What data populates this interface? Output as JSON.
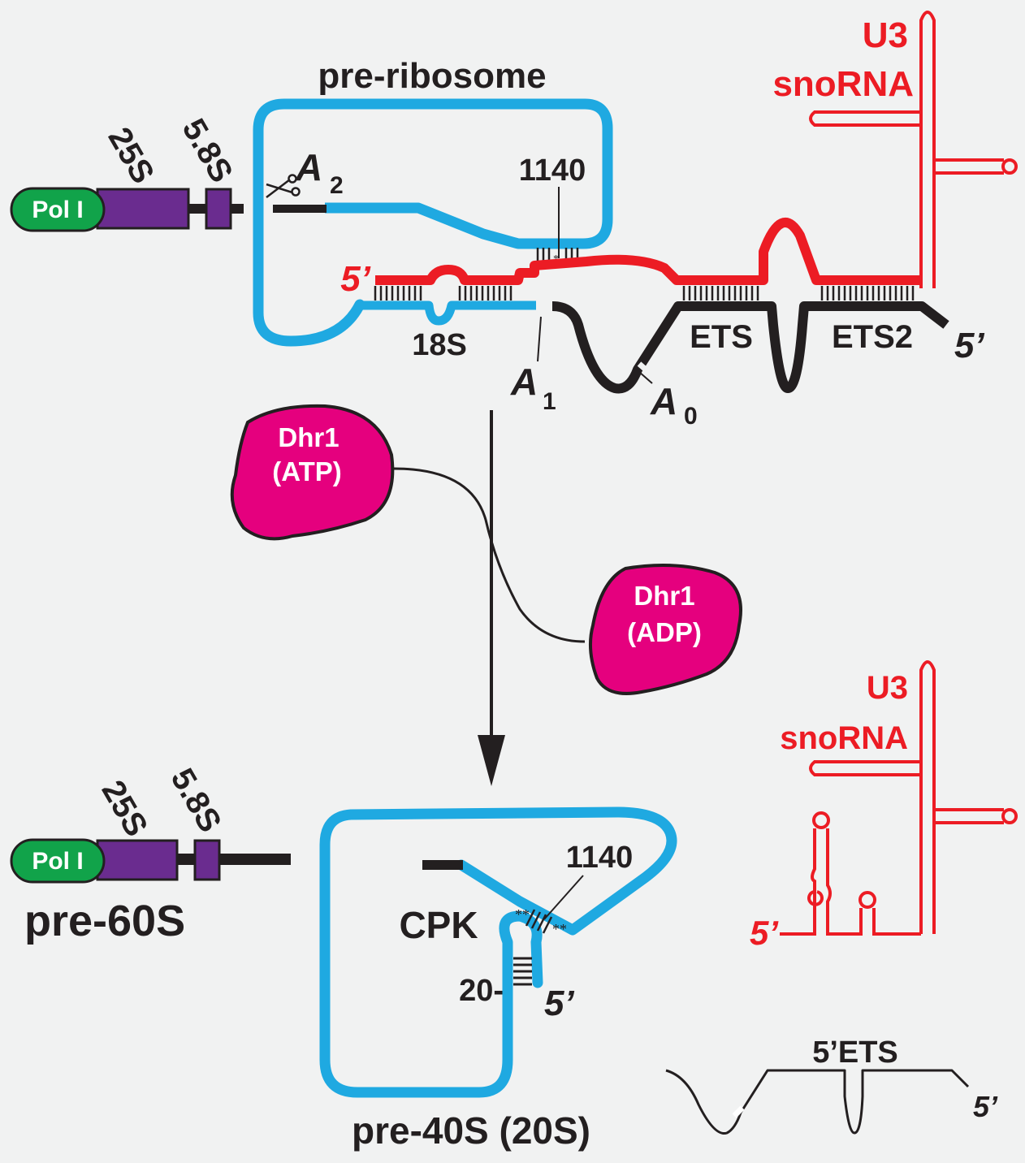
{
  "colors": {
    "background": "#f1f2f2",
    "ribosome_blue": "#1fa9e1",
    "snorna_red": "#ec1c24",
    "rna_black": "#231f20",
    "pol_green": "#11a34a",
    "rrna_purple": "#6a2c8f",
    "dhr1_magenta": "#e5007e"
  },
  "top": {
    "pre_ribosome": "pre-ribosome",
    "u3_line1": "U3",
    "u3_line2": "snoRNA",
    "pol": "Pol I",
    "r25s": "25S",
    "r58s": "5.8S",
    "a2_letter": "A",
    "a2_sub": "2",
    "pos1140": "1140",
    "five_prime_red": "5’",
    "r18s": "18S",
    "a1_letter": "A",
    "a1_sub": "1",
    "a0_letter": "A",
    "a0_sub": "0",
    "ets": "ETS",
    "ets2": "ETS2",
    "five_prime_black": "5’"
  },
  "middle": {
    "dhr1_atp_l1": "Dhr1",
    "dhr1_atp_l2": "(ATP)",
    "dhr1_adp_l1": "Dhr1",
    "dhr1_adp_l2": "(ADP)"
  },
  "bottom": {
    "pol": "Pol I",
    "r25s": "25S",
    "r58s": "5.8S",
    "pre60s": "pre-60S",
    "pos1140": "1140",
    "cpk": "CPK",
    "pos20": "20-",
    "five_prime_blue": "5’",
    "pre40s": "pre-40S (20S)",
    "u3_line1": "U3",
    "u3_line2": "snoRNA",
    "five_prime_red": "5’",
    "ets5": "5’ETS",
    "five_prime_black": "5’"
  }
}
